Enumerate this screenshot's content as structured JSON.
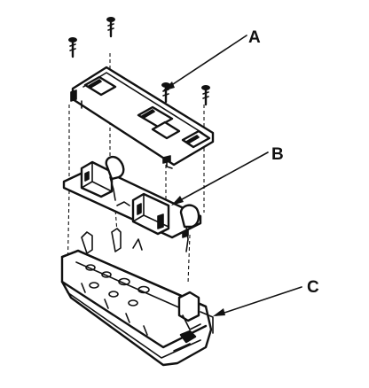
{
  "callouts": {
    "a": "A",
    "b": "B",
    "c": "C"
  },
  "parts": [
    {
      "id": "top-cover",
      "callout": "A"
    },
    {
      "id": "circuit-board",
      "callout": "B"
    },
    {
      "id": "base-housing",
      "callout": "C"
    }
  ],
  "colors": {
    "line": "#111111",
    "background": "#ffffff"
  }
}
